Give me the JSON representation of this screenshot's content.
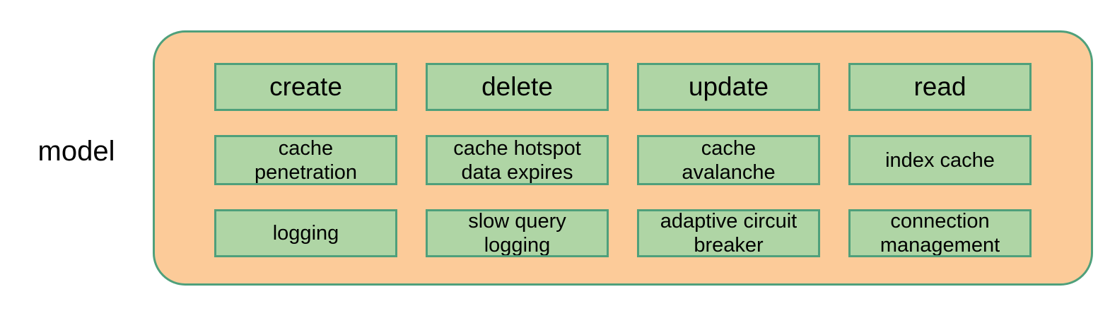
{
  "diagram": {
    "side_label": "model",
    "colors": {
      "container_fill": "#FCCB99",
      "container_border": "#4FA07B",
      "node_fill": "#AFD5A5",
      "node_border": "#4FA07B",
      "text": "#000000",
      "page_background": "#FFFFFF"
    },
    "columns": [
      {
        "operation": "create",
        "nodes": [
          "create",
          "cache\npenetration",
          "logging"
        ]
      },
      {
        "operation": "delete",
        "nodes": [
          "delete",
          "cache hotspot\ndata expires",
          "slow query\nlogging"
        ]
      },
      {
        "operation": "update",
        "nodes": [
          "update",
          "cache\navalanche",
          "adaptive circuit\nbreaker"
        ]
      },
      {
        "operation": "read",
        "nodes": [
          "read",
          "index cache",
          "connection\nmanagement"
        ]
      }
    ],
    "rows": [
      {
        "row_index": 0,
        "size": "lg",
        "cells": [
          "create",
          "delete",
          "update",
          "read"
        ]
      },
      {
        "row_index": 1,
        "size": "sm",
        "cells": [
          "cache\npenetration",
          "cache hotspot\ndata expires",
          "cache\navalanche",
          "index cache"
        ]
      },
      {
        "row_index": 2,
        "size": "sm",
        "cells": [
          "logging",
          "slow query\nlogging",
          "adaptive circuit\nbreaker",
          "connection\nmanagement"
        ]
      }
    ]
  }
}
